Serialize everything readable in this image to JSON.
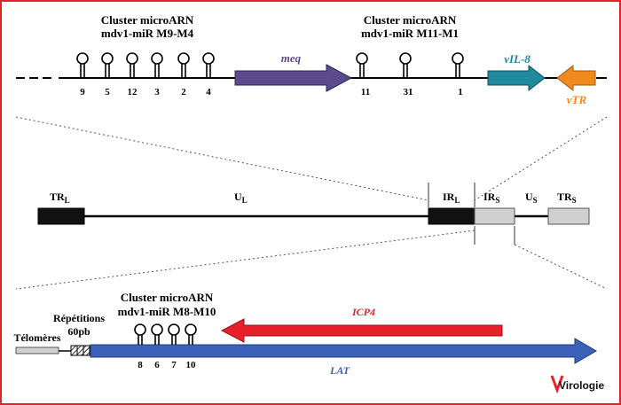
{
  "top_panel": {
    "cluster1": {
      "title": "Cluster microARN",
      "subtitle": "mdv1-miR M9-M4",
      "mirs": [
        "9",
        "5",
        "12",
        "3",
        "2",
        "4"
      ]
    },
    "cluster2": {
      "title": "Cluster microARN",
      "subtitle": "mdv1-miR M11-M1",
      "mirs": [
        "11",
        "31",
        "1"
      ]
    },
    "genes": {
      "meq": "meq",
      "vil8": "vIL-8",
      "vtr": "vTR"
    },
    "colors": {
      "meq": "#5b4a8c",
      "vil8": "#1f8a9e",
      "vtr": "#f08a1e"
    }
  },
  "middle_panel": {
    "regions": [
      {
        "id": "trl",
        "label": "TR",
        "sub": "L"
      },
      {
        "id": "ul",
        "label": "U",
        "sub": "L"
      },
      {
        "id": "irl",
        "label": "IR",
        "sub": "L"
      },
      {
        "id": "irs",
        "label": "IR",
        "sub": "S"
      },
      {
        "id": "us",
        "label": "U",
        "sub": "S"
      },
      {
        "id": "trs",
        "label": "TR",
        "sub": "S"
      }
    ]
  },
  "bottom_panel": {
    "telomeres": "Télomères",
    "repeats": {
      "line1": "Répétitions",
      "line2": "60pb"
    },
    "cluster": {
      "title": "Cluster microARN",
      "subtitle": "mdv1-miR M8-M10",
      "mirs": [
        "8",
        "6",
        "7",
        "10"
      ]
    },
    "genes": {
      "icp4": "ICP4",
      "lat": "LAT"
    },
    "colors": {
      "icp4": "#e8202a",
      "lat": "#3b62b8"
    }
  },
  "logo": {
    "text": "Virologie",
    "initial": "V"
  },
  "border_color": "#e8202a"
}
